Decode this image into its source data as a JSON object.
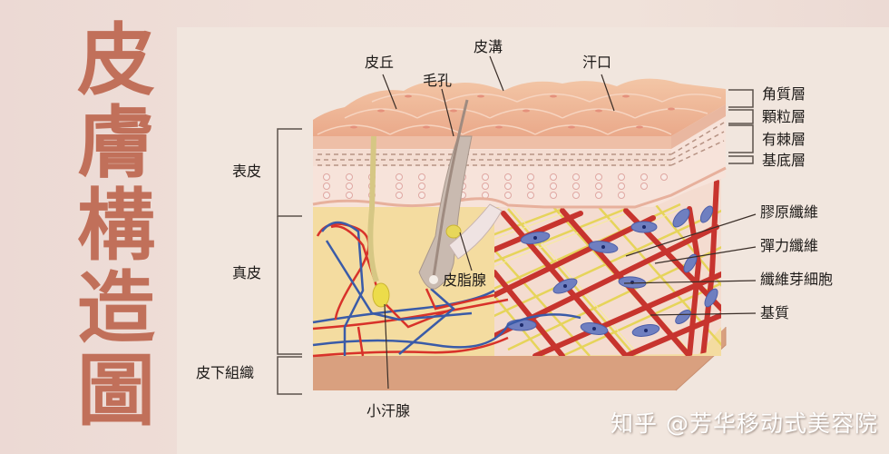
{
  "title": {
    "text": "皮膚構造圖",
    "chars": [
      "皮",
      "膚",
      "構",
      "造",
      "圖"
    ],
    "color": "#c1705a"
  },
  "surface_labels": {
    "skin_hill": "皮丘",
    "pore": "毛孔",
    "skin_groove": "皮溝",
    "sweat_pore": "汗口"
  },
  "layer_labels": {
    "epidermis": "表皮",
    "dermis": "真皮",
    "subcutaneous": "皮下組織"
  },
  "epidermis_sublayers": {
    "stratum_corneum": "角質層",
    "stratum_granulosum": "顆粒層",
    "stratum_spinosum": "有棘層",
    "stratum_basale": "基底層"
  },
  "dermis_components": {
    "collagen_fiber": "膠原纖維",
    "elastic_fiber": "彈力纖維",
    "fibroblast": "纖維芽細胞",
    "ground_substance": "基質"
  },
  "structures": {
    "sebaceous_gland": "皮脂腺",
    "sweat_gland": "小汗腺"
  },
  "watermark": "知乎 @芳华移动式美容院",
  "colors": {
    "surface": "#efb596",
    "epidermis": "#f7e1d8",
    "dermis": "#f3d99c",
    "subcutaneous": "#d9a07f",
    "collagen": "#c7342e",
    "elastin": "#e6d45a",
    "artery": "#d8322a",
    "vein": "#3a5ba8",
    "fibroblast": "#6f7fc0"
  }
}
